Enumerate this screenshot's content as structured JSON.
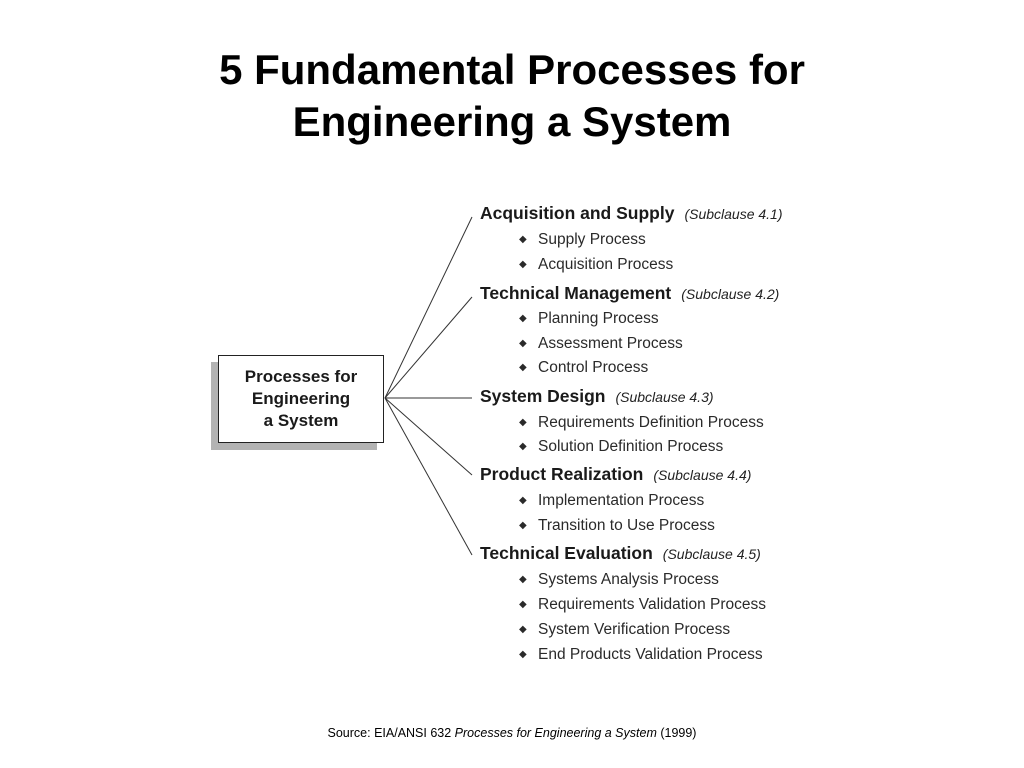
{
  "title": {
    "line1": "5 Fundamental Processes for",
    "line2": "Engineering a System"
  },
  "root": {
    "line1": "Processes for",
    "line2": "Engineering",
    "line3": "a System"
  },
  "groups": [
    {
      "name": "Acquisition and Supply",
      "subclause": "(Subclause 4.1)",
      "items": [
        "Supply Process",
        "Acquisition Process"
      ]
    },
    {
      "name": "Technical Management",
      "subclause": "(Subclause 4.2)",
      "items": [
        "Planning Process",
        "Assessment Process",
        "Control Process"
      ]
    },
    {
      "name": "System Design",
      "subclause": "(Subclause 4.3)",
      "items": [
        "Requirements Definition Process",
        "Solution Definition Process"
      ]
    },
    {
      "name": "Product Realization",
      "subclause": "(Subclause 4.4)",
      "items": [
        "Implementation Process",
        "Transition to Use Process"
      ]
    },
    {
      "name": "Technical Evaluation",
      "subclause": "(Subclause 4.5)",
      "items": [
        "Systems Analysis Process",
        "Requirements Validation Process",
        "System Verification Process",
        "End Products Validation Process"
      ]
    }
  ],
  "source": {
    "prefix": "Source: EIA/ANSI 632 ",
    "title": "Processes for Engineering a System",
    "suffix": " (1999)"
  },
  "bullet_glyph": "◆"
}
